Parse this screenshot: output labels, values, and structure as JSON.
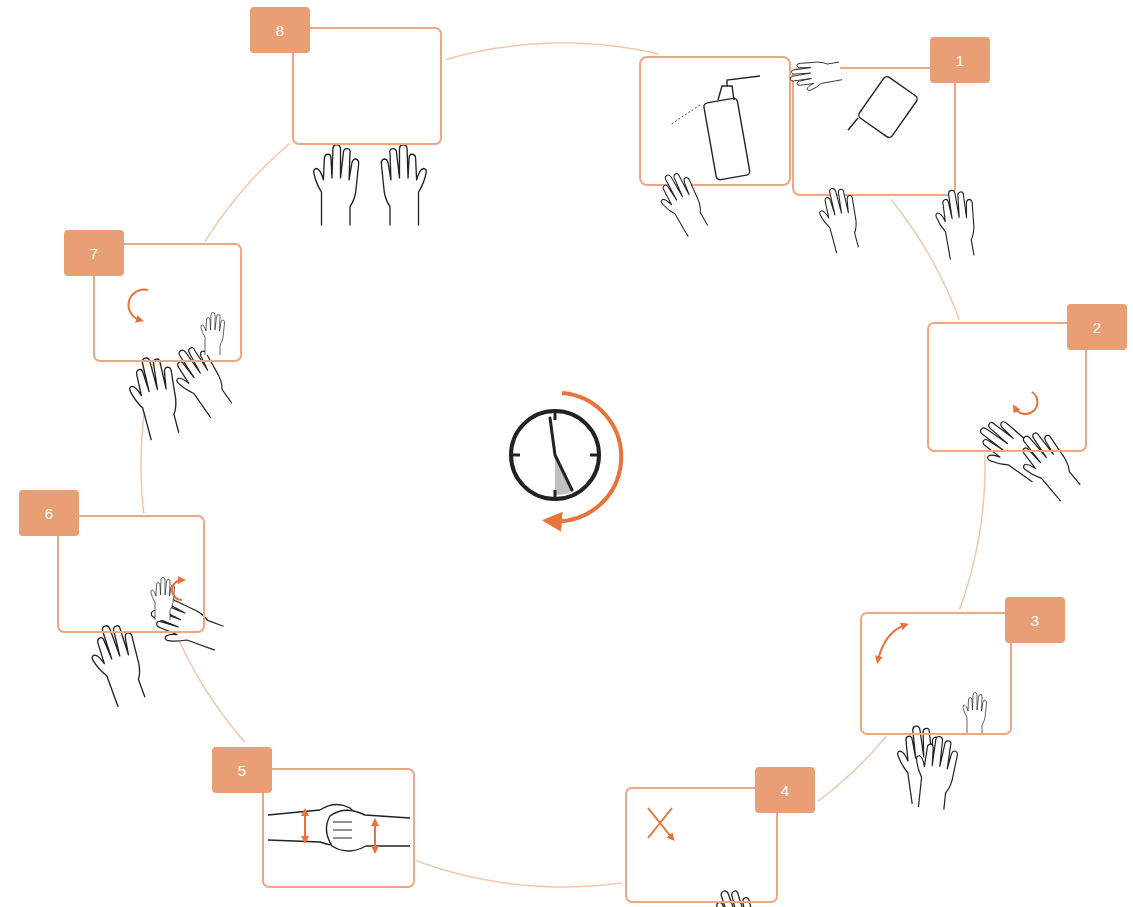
{
  "diagram": {
    "nodes": [
      {
        "text": [
          "1"
        ]
      },
      {
        "text": [
          "2"
        ]
      },
      {
        "text": [
          "3"
        ]
      },
      {
        "text": [
          "4"
        ]
      },
      {
        "text": [
          "5"
        ]
      },
      {
        "text": [
          "6"
        ]
      },
      {
        "text": [
          "7"
        ]
      },
      {
        "text": [
          "8"
        ]
      }
    ],
    "edges": [
      {
        "from": 0,
        "to": 1,
        "arrow": "none"
      },
      {
        "from": 1,
        "to": 2,
        "arrow": "none"
      },
      {
        "from": 2,
        "to": 3,
        "arrow": "none"
      },
      {
        "from": 3,
        "to": 4,
        "arrow": "none"
      },
      {
        "from": 4,
        "to": 5,
        "arrow": "none"
      },
      {
        "from": 5,
        "to": 6,
        "arrow": "none"
      },
      {
        "from": 6,
        "to": 7,
        "arrow": "none"
      },
      {
        "from": 7,
        "to": 0,
        "arrow": "none"
      }
    ]
  }
}
